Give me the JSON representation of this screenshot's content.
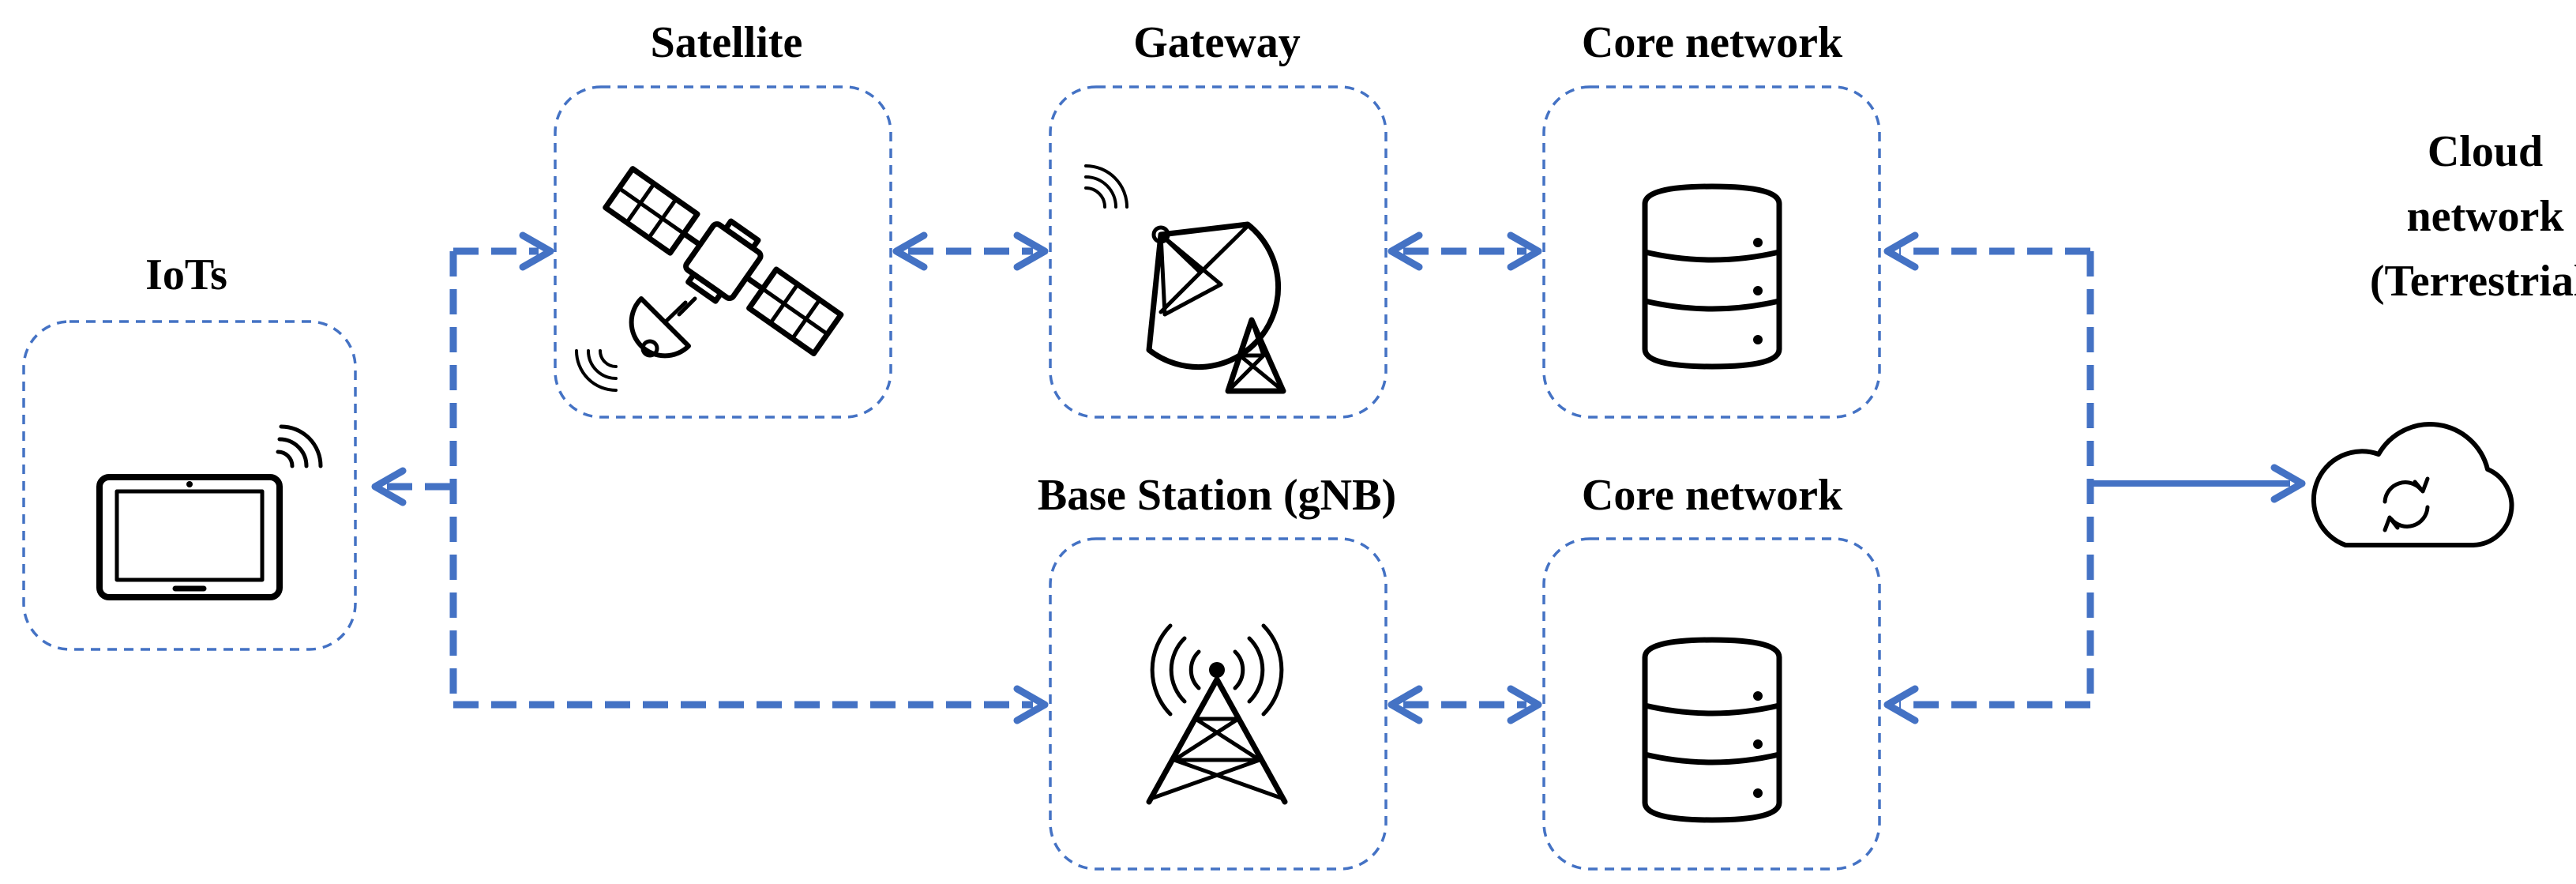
{
  "nodes": {
    "iot": "IoTs",
    "satellite": "Satellite",
    "gateway": "Gateway",
    "core_top": "Core network",
    "base_station": "Base Station (gNB)",
    "core_bottom": "Core network",
    "cloud": [
      "Cloud",
      "network",
      "(Terrestrial)"
    ]
  },
  "icons": {
    "iot": "tablet-icon",
    "satellite": "satellite-icon",
    "gateway": "satellite-dish-icon",
    "core_top": "database-icon",
    "base_station": "cell-tower-icon",
    "core_bottom": "database-icon",
    "cloud": "cloud-sync-icon"
  },
  "colors": {
    "accent": "#4472C4",
    "icon": "#000000"
  }
}
